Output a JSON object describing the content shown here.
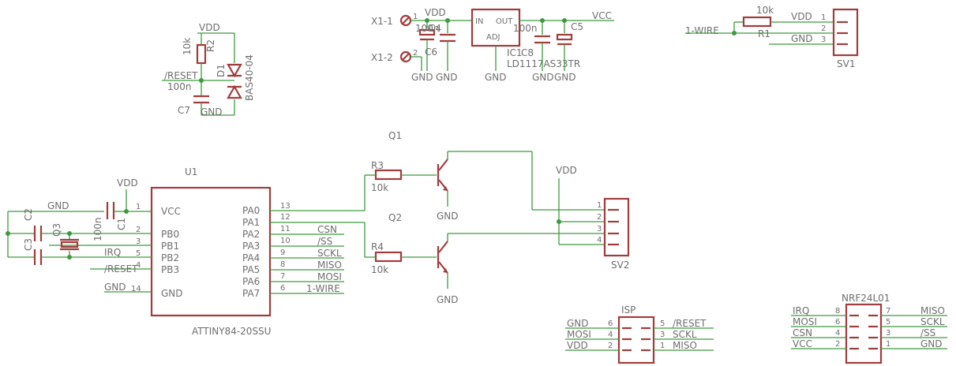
{
  "power": {
    "reset": {
      "vdd": "VDD",
      "gnd": "GND",
      "net": "/RESET"
    },
    "reg": {
      "vdd": "VDD",
      "vcc": "VCC",
      "gnd1": "GND",
      "gnd2": "GND",
      "gnd3": "GND",
      "gnd4": "GND",
      "gnd5": "GND"
    },
    "q1_gnd": "GND",
    "q2_gnd": "GND",
    "sv2_vdd": "VDD",
    "u1_vdd": "VDD",
    "u1_gnd": "GND",
    "u1_gnd2": "GND"
  },
  "parts": {
    "R2": {
      "name": "R2",
      "value": "10k"
    },
    "D1": {
      "name": "D1",
      "value": "BAS40-04"
    },
    "C7": {
      "name": "C7",
      "value": "100n"
    },
    "X1": {
      "pin1": "X1-1",
      "pin2": "X1-2",
      "n1": "1",
      "n2": "2"
    },
    "C4": {
      "name": "C4",
      "value": "100n"
    },
    "C6": {
      "name": "C6"
    },
    "IC1": {
      "name": "IC1",
      "value": "LD1117AS33TR",
      "in": "IN",
      "out": "OUT",
      "adj": "ADJ"
    },
    "C8": {
      "name": "C8",
      "value": "100n"
    },
    "C5": {
      "name": "C5"
    },
    "R1": {
      "name": "R1",
      "value": "10k"
    },
    "SV1": {
      "name": "SV1",
      "net_in": "1-WIRE",
      "labels": [
        "VDD",
        "",
        "GND"
      ],
      "pins": [
        "1",
        "2",
        "3"
      ]
    },
    "Q1": {
      "name": "Q1"
    },
    "Q2": {
      "name": "Q2"
    },
    "R3": {
      "name": "R3",
      "value": "10k"
    },
    "R4": {
      "name": "R4",
      "value": "10k"
    },
    "SV2": {
      "name": "SV2",
      "pins": [
        "1",
        "2",
        "3",
        "4"
      ]
    },
    "U1": {
      "name": "U1",
      "value": "ATTINY84-20SSU",
      "left_pins": [
        {
          "num": "1",
          "name": "VCC"
        },
        {
          "num": "2",
          "name": "PB0"
        },
        {
          "num": "3",
          "name": "PB1"
        },
        {
          "num": "5",
          "name": "PB2"
        },
        {
          "num": "4",
          "name": "PB3"
        },
        {
          "num": "14",
          "name": "GND"
        }
      ],
      "right_pins": [
        {
          "num": "13",
          "name": "PA0",
          "net": ""
        },
        {
          "num": "12",
          "name": "PA1",
          "net": ""
        },
        {
          "num": "11",
          "name": "PA2",
          "net": "CSN"
        },
        {
          "num": "10",
          "name": "PA3",
          "net": "/SS"
        },
        {
          "num": "9",
          "name": "PA4",
          "net": "SCKL"
        },
        {
          "num": "8",
          "name": "PA5",
          "net": "MISO"
        },
        {
          "num": "7",
          "name": "PA6",
          "net": "MOSI"
        },
        {
          "num": "6",
          "name": "PA7",
          "net": "1-WIRE"
        }
      ],
      "left_nets": {
        "irq": "IRQ",
        "reset": "/RESET"
      }
    },
    "C1": {
      "name": "C1",
      "value": "100n"
    },
    "C2": {
      "name": "C2"
    },
    "C3": {
      "name": "C3"
    },
    "Q3": {
      "name": "Q3"
    },
    "ISP": {
      "name": "ISP",
      "left": [
        {
          "net": "GND",
          "num": "6"
        },
        {
          "net": "MOSI",
          "num": "4"
        },
        {
          "net": "VDD",
          "num": "2"
        }
      ],
      "right": [
        {
          "net": "/RESET",
          "num": "5"
        },
        {
          "net": "SCKL",
          "num": "3"
        },
        {
          "net": "MISO",
          "num": "1"
        }
      ]
    },
    "NRF": {
      "name": "NRF24L01",
      "left": [
        {
          "net": "IRQ",
          "num": "8"
        },
        {
          "net": "MOSI",
          "num": "6"
        },
        {
          "net": "CSN",
          "num": "4"
        },
        {
          "net": "VCC",
          "num": "2"
        }
      ],
      "right": [
        {
          "net": "MISO",
          "num": "7"
        },
        {
          "net": "SCKL",
          "num": "5"
        },
        {
          "net": "/SS",
          "num": "3"
        },
        {
          "net": "GND",
          "num": "1"
        }
      ]
    }
  }
}
